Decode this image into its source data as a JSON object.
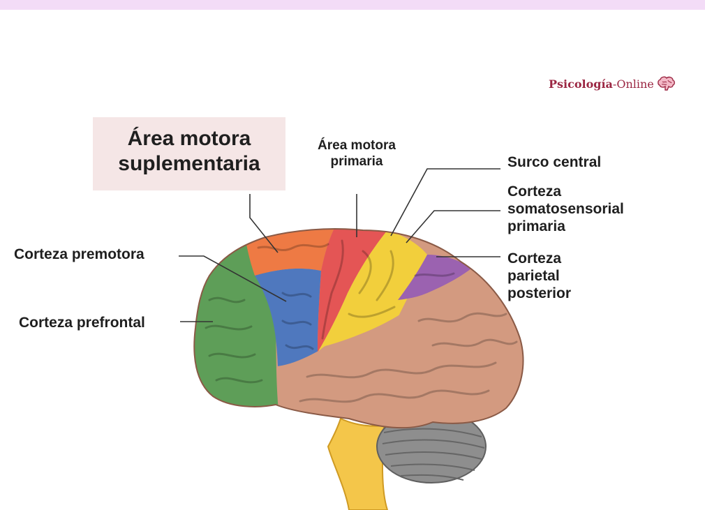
{
  "brand": {
    "name_bold": "Psicología",
    "name_rest": "-Online",
    "icon": "brain-logo-icon",
    "color": "#9b2743"
  },
  "labels": {
    "supplementary_motor_line1": "Área motora",
    "supplementary_motor_line2": "suplementaria",
    "primary_motor_line1": "Área motora",
    "primary_motor_line2": "primaria",
    "central_sulcus": "Surco central",
    "somatosensory_line1": "Corteza",
    "somatosensory_line2": "somatosensorial",
    "somatosensory_line3": "primaria",
    "parietal_line1": "Corteza",
    "parietal_line2": "parietal",
    "parietal_line3": "posterior",
    "premotor": "Corteza premotora",
    "prefrontal": "Corteza prefrontal"
  },
  "colors": {
    "prefrontal": "#5e9e58",
    "premotor": "#4f78be",
    "supplementary_motor": "#ee7a44",
    "primary_motor": "#e45555",
    "somatosensory": "#f2cf3c",
    "parietal": "#9b62b0",
    "rest_cortex": "#d39a80",
    "cerebellum": "#8b8b8b",
    "brainstem": "#f4c64a",
    "label_box": "#f5e6e6"
  }
}
